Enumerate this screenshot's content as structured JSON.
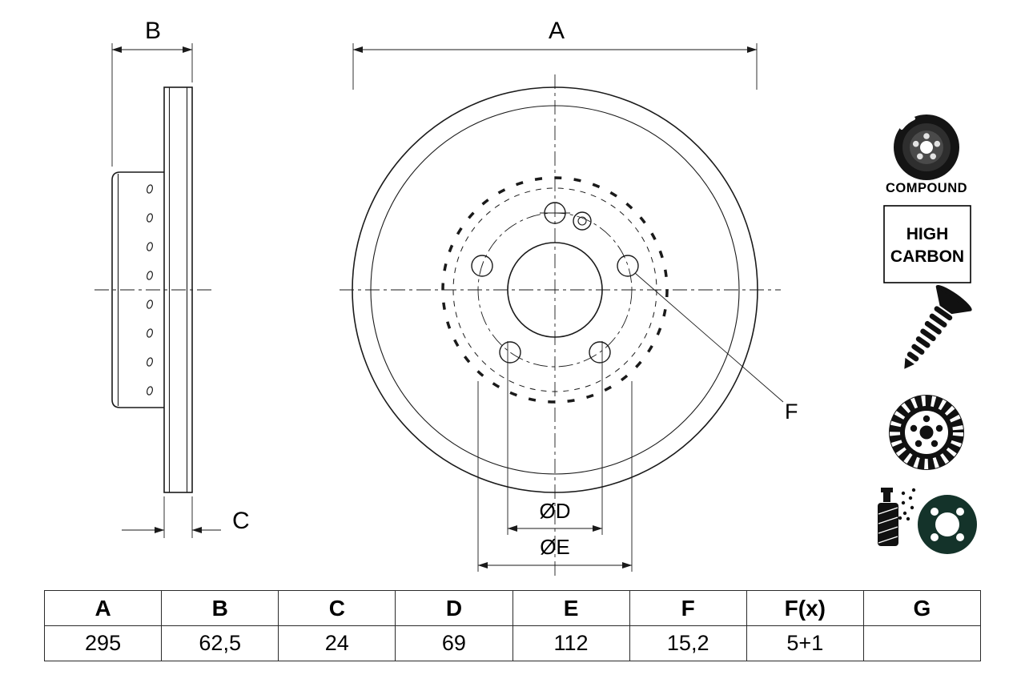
{
  "drawing": {
    "dim_a_label": "A",
    "dim_b_label": "B",
    "dim_c_label": "C",
    "dim_d_label": "ØD",
    "dim_e_label": "ØE",
    "dim_f_label": "F"
  },
  "features": {
    "compound_label": "COMPOUND",
    "high_carbon": {
      "line1": "HIGH",
      "line2": "CARBON"
    },
    "icon_names": [
      "compound-disc-icon",
      "high-carbon-badge",
      "countersunk-screw-icon",
      "vented-brake-disc-icon",
      "coating-spray-icon"
    ]
  },
  "table": {
    "headers": [
      "A",
      "B",
      "C",
      "D",
      "E",
      "F",
      "F(x)",
      "G"
    ],
    "values": [
      "295",
      "62,5",
      "24",
      "69",
      "112",
      "15,2",
      "5+1",
      ""
    ]
  },
  "colors": {
    "line": "#1a1a1a",
    "icon_dark": "#111111",
    "coating_disc": "#14332a",
    "background": "#ffffff"
  }
}
